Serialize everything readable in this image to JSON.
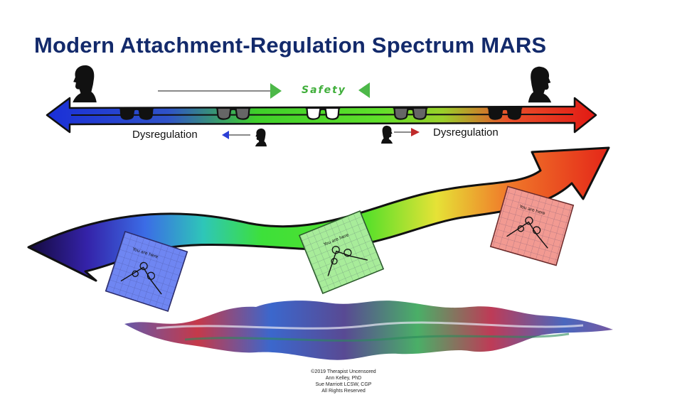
{
  "title": "Modern Attachment-Regulation Spectrum MARS",
  "safety_label": "Safety",
  "left_label": "Dysregulation",
  "right_label": "Dysregulation",
  "note_text": "You are here",
  "copyright": {
    "line1": "©2019 Therapist Uncensored",
    "line2": "Ann Kelley, PhD",
    "line3": "Sue Marriott LCSW, CGP",
    "line4": "All Rights Reserved"
  },
  "colors": {
    "title": "#132a6b",
    "blue": "#2b3fd6",
    "green": "#3fd22a",
    "red": "#e02a1a",
    "safety": "#3fae3a",
    "note_blue": "#6f86f2",
    "note_green": "#a8ec9a",
    "note_red": "#f29a92"
  }
}
